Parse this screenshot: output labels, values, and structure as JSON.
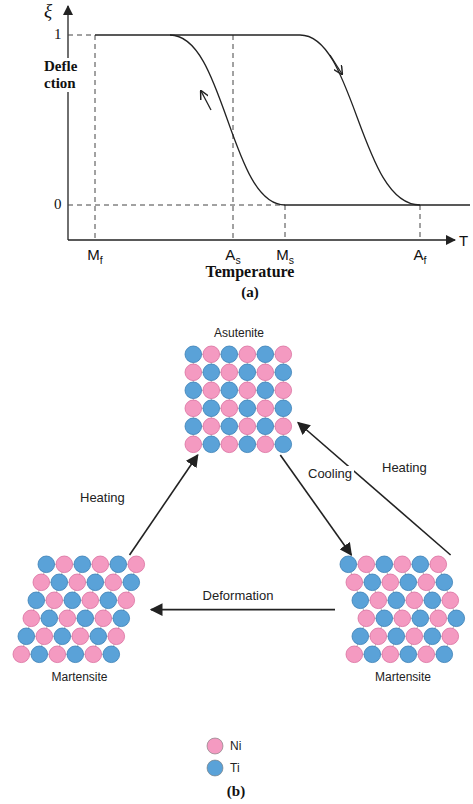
{
  "diagram": {
    "nodes": [
      {
        "text": [
          "Asutenite"
        ]
      },
      {
        "text": [
          "Martensite"
        ]
      },
      {
        "text": [
          "Martensite"
        ]
      }
    ],
    "edges": [
      {
        "from": 0,
        "to": 2,
        "label": "Cooling",
        "arrow": "to"
      },
      {
        "from": 2,
        "to": 0,
        "label": "Heating",
        "arrow": "to"
      },
      {
        "from": 2,
        "to": 1,
        "label": "Deformation",
        "arrow": "to"
      },
      {
        "from": 1,
        "to": 0,
        "label": "Heating",
        "arrow": "to"
      }
    ],
    "labels": [
      "ξ",
      "1",
      "0",
      "Defle ction",
      "Mf",
      "As",
      "Ms",
      "Af",
      "T",
      "Temperature",
      "(a)",
      "(b)"
    ],
    "legend": [
      {
        "text": "Ni",
        "color": "#f49ac1"
      },
      {
        "text": "Ti",
        "color": "#5aa2d8"
      }
    ]
  }
}
